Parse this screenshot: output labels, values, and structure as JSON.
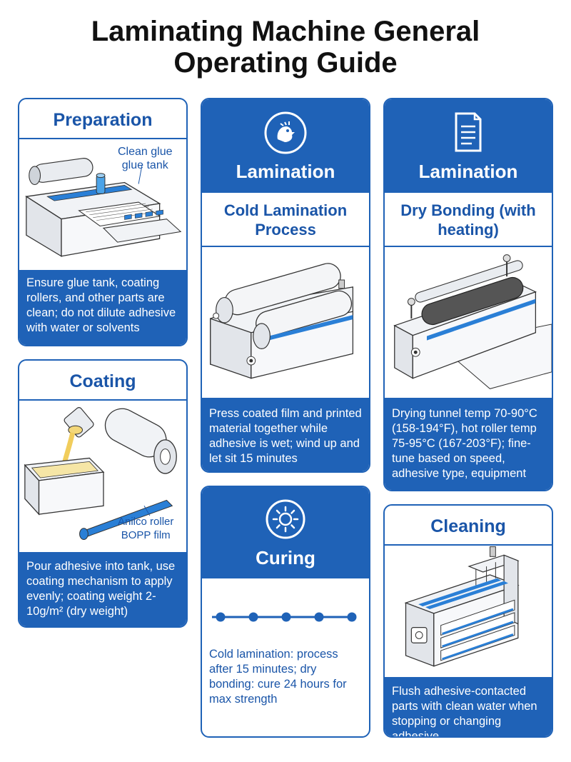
{
  "title_line1": "Laminating Machine General",
  "title_line2": "Operating Guide",
  "preparation": {
    "heading": "Preparation",
    "label_1": "Clean glue",
    "label_2": "glue tank",
    "description": "Ensure glue tank, coating rollers, and other parts are clean; do not dilute adhesive with water or solvents"
  },
  "coating": {
    "heading": "Coating",
    "label_1": "Anilco roller",
    "label_2": "BOPP film",
    "description": "Pour adhesive into tank, use coating mechanism to apply evenly; coating weight 2-10g/m² (dry weight)"
  },
  "cold_lamination": {
    "heading": "Lamination",
    "subheading_1": "Cold Lamination",
    "subheading_2": "Process",
    "description": "Press coated film and printed material together while adhesive is wet; wind up and let sit 15 minutes",
    "icon": "rooster-icon"
  },
  "curing": {
    "heading": "Curing",
    "description": "Cold lamination: process after 15 minutes; dry bonding: cure 24 hours for max strength",
    "icon": "sun-icon",
    "timeline_steps": 5
  },
  "dry_bonding": {
    "heading": "Lamination",
    "subheading_1": "Dry Bonding (with",
    "subheading_2": "heating)",
    "description": "Drying tunnel temp 70-90°C (158-194°F), hot roller temp 75-95°C (167-203°F); fine-tune based on speed, adhesive type, equipment",
    "icon": "document-icon"
  },
  "cleaning": {
    "heading": "Cleaning",
    "description": "Flush adhesive-contacted parts with clean water when stopping or changing adhesive"
  },
  "colors": {
    "primary": "#1f62b7",
    "heading": "#1a55a8"
  }
}
